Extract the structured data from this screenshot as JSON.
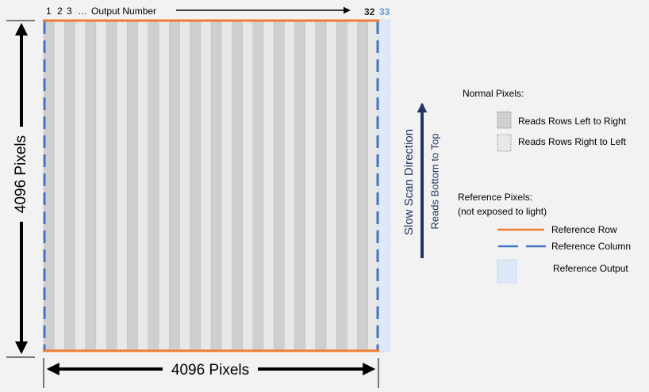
{
  "top_axis": {
    "n1": "1",
    "n2": "2",
    "n3": "3",
    "ellipsis": "…",
    "label": "Output Number",
    "last": "32",
    "ref": "33"
  },
  "height_label": "4096 Pixels",
  "width_label": "4096 Pixels",
  "slow_scan": {
    "title": "Slow Scan Direction",
    "subtitle": "Reads Bottom to Top"
  },
  "legend": {
    "normal_title": "Normal Pixels:",
    "ltr": "Reads Rows Left to Right",
    "rtl": "Reads Rows Right to Left",
    "ref_title": "Reference Pixels:",
    "ref_subtitle": "(not exposed to light)",
    "ref_row": "Reference Row",
    "ref_col": "Reference Column",
    "ref_out": "Reference Output"
  },
  "num_outputs": 32,
  "colors": {
    "dark": "#cfcfcf",
    "light": "#e8e8e8",
    "orange": "#ed7d31",
    "blue": "#4472c4",
    "refout": "#dde9f6",
    "navy": "#1f3864",
    "ref_num": "#5b9bd5"
  }
}
